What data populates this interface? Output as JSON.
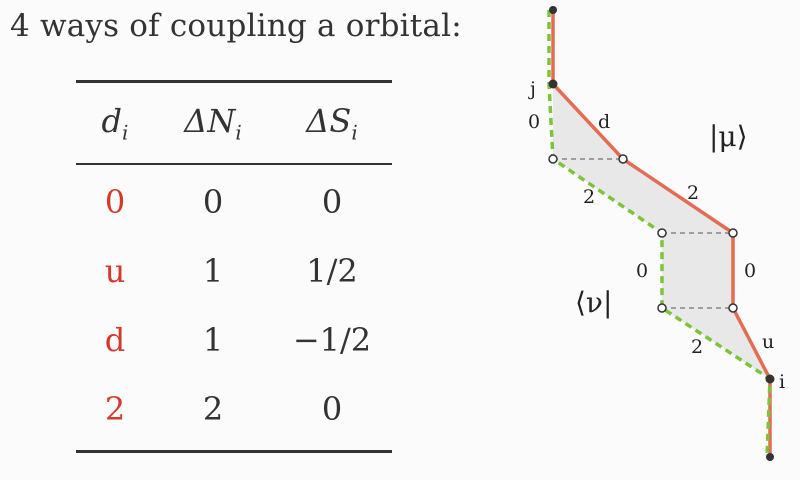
{
  "title": "4 ways of coupling a orbital:",
  "table": {
    "headers": [
      {
        "base": "d",
        "sub": "i"
      },
      {
        "base": "ΔN",
        "sub": "i"
      },
      {
        "base": "ΔS",
        "sub": "i"
      }
    ],
    "rows": [
      {
        "d": "0",
        "dN": "0",
        "dS": "0"
      },
      {
        "d": "u",
        "dN": "1",
        "dS": "1/2"
      },
      {
        "d": "d",
        "dN": "1",
        "dS": "−1/2"
      },
      {
        "d": "2",
        "dN": "2",
        "dS": "0"
      }
    ]
  },
  "diagram": {
    "ket_label": "|μ⟩",
    "bra_label": "⟨ν|",
    "node_j": "j",
    "node_i": "i",
    "mu_labels": [
      "d",
      "2",
      "0",
      "u"
    ],
    "nu_labels": [
      "0",
      "2",
      "0",
      "2"
    ],
    "colors": {
      "mu": "#e36d52",
      "nu": "#7cc43a",
      "shade": "#e8e8e8",
      "text_red": "#d33a2c"
    }
  }
}
